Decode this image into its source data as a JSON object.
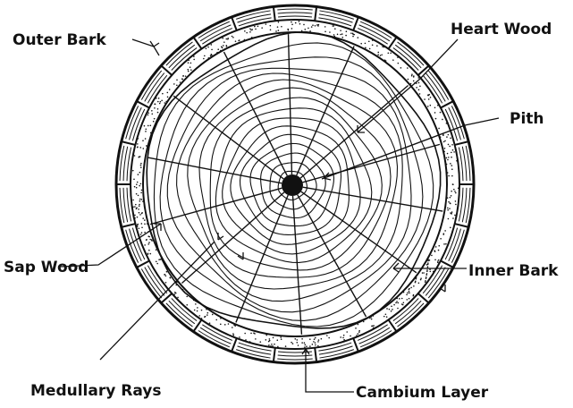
{
  "diagram": {
    "labels": {
      "outer_bark": "Outer Bark",
      "heart_wood": "Heart Wood",
      "pith": "Pith",
      "sap_wood": "Sap Wood",
      "inner_bark": "Inner Bark",
      "medullary_rays": "Medullary Rays",
      "cambium_layer": "Cambium Layer"
    },
    "colors": {
      "ink": "#111111",
      "paper": "#ffffff"
    }
  }
}
